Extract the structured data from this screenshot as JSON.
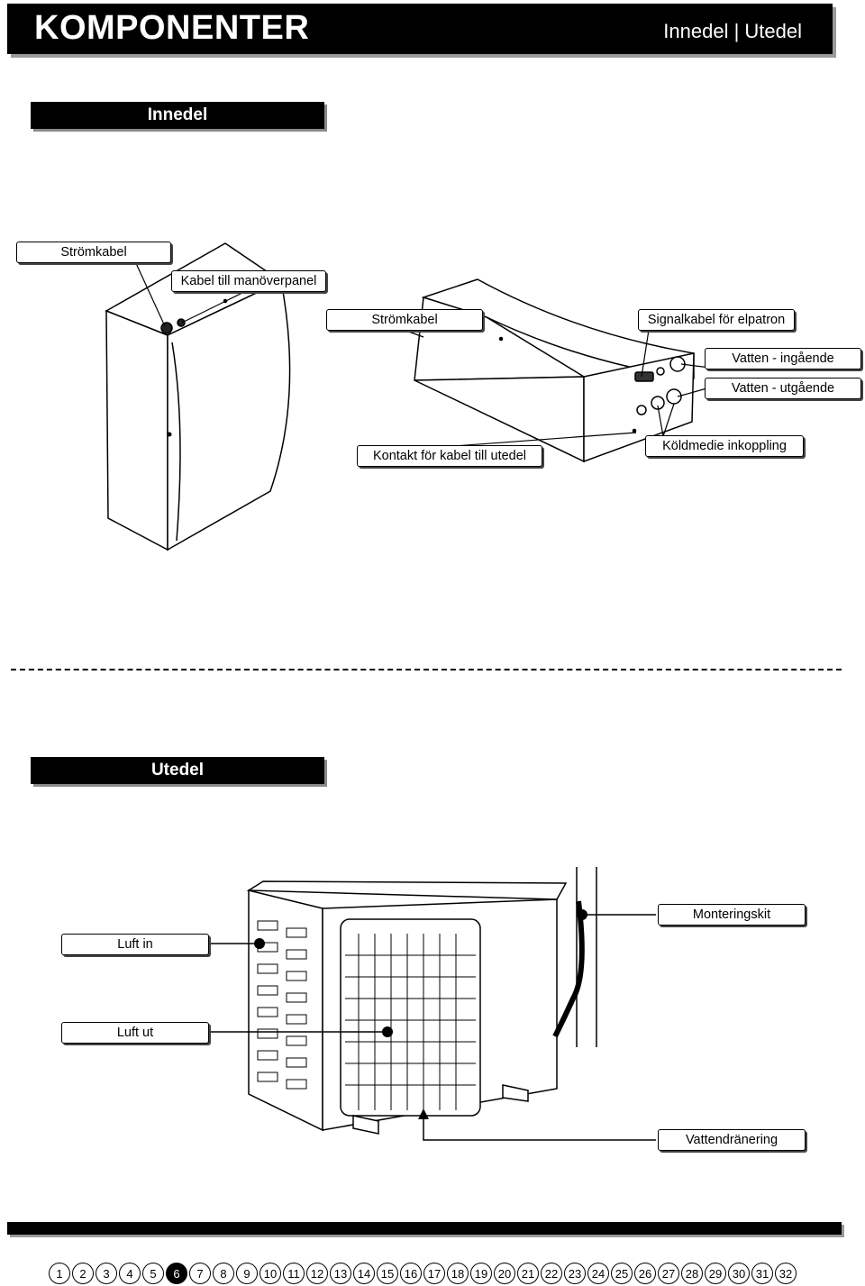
{
  "header": {
    "title": "KOMPONENTER",
    "subtitle": "Innedel | Utedel"
  },
  "indoor": {
    "heading": "Innedel",
    "labels": {
      "power_cable_1": "Strömkabel",
      "control_panel_cable": "Kabel till manöverpanel",
      "power_cable_2": "Strömkabel",
      "signal_cable": "Signalkabel för elpatron",
      "water_in": "Vatten - ingående",
      "water_out": "Vatten - utgående",
      "outdoor_contact": "Kontakt för kabel till utedel",
      "refrigerant": "Köldmedie inkoppling"
    }
  },
  "outdoor": {
    "heading": "Utedel",
    "labels": {
      "mounting_kit": "Monteringskit",
      "air_in": "Luft in",
      "air_out": "Luft ut",
      "drainage": "Vattendränering"
    }
  },
  "pagination": {
    "pages": [
      "1",
      "2",
      "3",
      "4",
      "5",
      "6",
      "7",
      "8",
      "9",
      "10",
      "11",
      "12",
      "13",
      "14",
      "15",
      "16",
      "17",
      "18",
      "19",
      "20",
      "21",
      "22",
      "23",
      "24",
      "25",
      "26",
      "27",
      "28",
      "29",
      "30",
      "31",
      "32"
    ],
    "current": "6"
  }
}
